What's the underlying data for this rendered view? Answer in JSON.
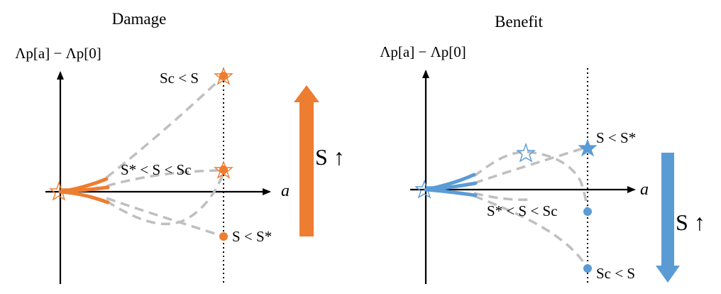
{
  "panels": {
    "damage": {
      "title": "Damage",
      "ylabel": "Λp[a] − Λp[0]",
      "xlabel": "a",
      "labels": {
        "top": "Sc < S",
        "mid": "S* < S < Sc",
        "bot": "S < S*"
      },
      "arrow_label": "S ↑",
      "color": "#ED7D31"
    },
    "benefit": {
      "title": "Benefit",
      "ylabel": "Λp[a] − Λp[0]",
      "xlabel": "a",
      "labels": {
        "top": "S < S*",
        "mid": "S* < S < Sc",
        "bot": "Sc < S"
      },
      "arrow_label": "S ↑",
      "color": "#5B9BD5"
    }
  },
  "curve_color": "#BFBFBF"
}
